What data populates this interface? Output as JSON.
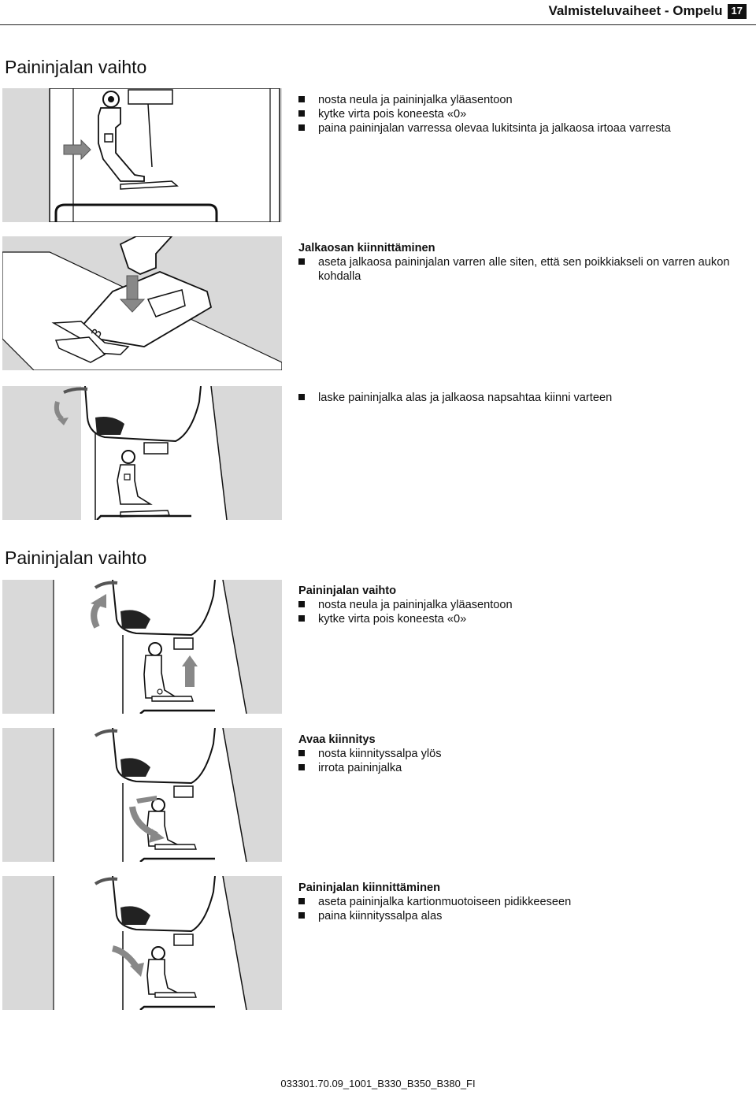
{
  "header": {
    "title": "Valmisteluvaiheet - Ompelu",
    "page_number": "17"
  },
  "section1": {
    "heading": "Paininjalan vaihto",
    "block1": {
      "items": [
        "nosta neula ja paininjalka yläasentoon",
        "kytke virta pois koneesta «0»",
        "paina paininjalan varressa olevaa lukitsinta ja jalkaosa irtoaa varresta"
      ]
    },
    "block2": {
      "subheading": "Jalkaosan kiinnittäminen",
      "items": [
        "aseta jalkaosa paininjalan varren alle siten, että sen poikkiakseli on varren aukon kohdalla"
      ]
    },
    "block3": {
      "items": [
        "laske paininjalka alas ja jalkaosa napsahtaa kiinni varteen"
      ]
    }
  },
  "section2": {
    "heading": "Paininjalan vaihto",
    "block1": {
      "subheading": "Paininjalan vaihto",
      "items": [
        "nosta neula ja paininjalka yläasentoon",
        "kytke virta pois koneesta «0»"
      ]
    },
    "block2": {
      "subheading": "Avaa kiinnitys",
      "items": [
        "nosta kiinnityssalpa ylös",
        "irrota paininjalka"
      ]
    },
    "block3": {
      "subheading": "Paininjalan kiinnittäminen",
      "items": [
        "aseta paininjalka kartionmuotoiseen pidikkeeseen",
        "paina kiinnityssalpa alas"
      ]
    }
  },
  "footer": {
    "code": "033301.70.09_1001_B330_B350_B380_FI"
  }
}
